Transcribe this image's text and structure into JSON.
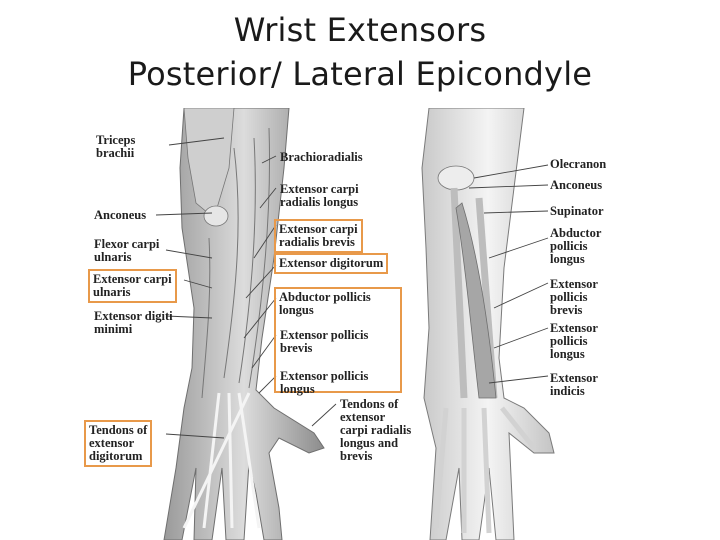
{
  "title": {
    "line1": "Wrist Extensors",
    "line2": "Posterior/ Lateral Epicondyle"
  },
  "highlight_color": "#e8994a",
  "left_labels": {
    "triceps": "Triceps\nbrachii",
    "anconeus": "Anconeus",
    "flexor_carpi_ulnaris": "Flexor carpi\nulnaris",
    "extensor_carpi_ulnaris": "Extensor carpi\nulnaris",
    "extensor_digiti_minimi": "Extensor digiti\nminimi",
    "tendons_extensor_digitorum": "Tendons of\nextensor\ndigitorum"
  },
  "middle_labels": {
    "brachioradialis": "Brachioradialis",
    "ecr_longus": "Extensor carpi\nradialis longus",
    "ecr_brevis": "Extensor carpi\nradialis brevis",
    "extensor_digitorum": "Extensor digitorum",
    "abductor_pollicis_longus": "Abductor pollicis\nlongus",
    "extensor_pollicis_brevis": "Extensor pollicis\nbrevis",
    "extensor_pollicis_longus": "Extensor pollicis\nlongus",
    "tendons_ecr": "Tendons of\nextensor\ncarpi radialis\nlongus and\nbrevis"
  },
  "right_labels": {
    "olecranon": "Olecranon",
    "anconeus": "Anconeus",
    "supinator": "Supinator",
    "abductor_pollicis_longus": "Abductor\npollicis\nlongus",
    "extensor_pollicis_brevis": "Extensor\npollicis\nbrevis",
    "extensor_pollicis_longus": "Extensor\npollicis\nlongus",
    "extensor_indicis": "Extensor\nindicis"
  }
}
